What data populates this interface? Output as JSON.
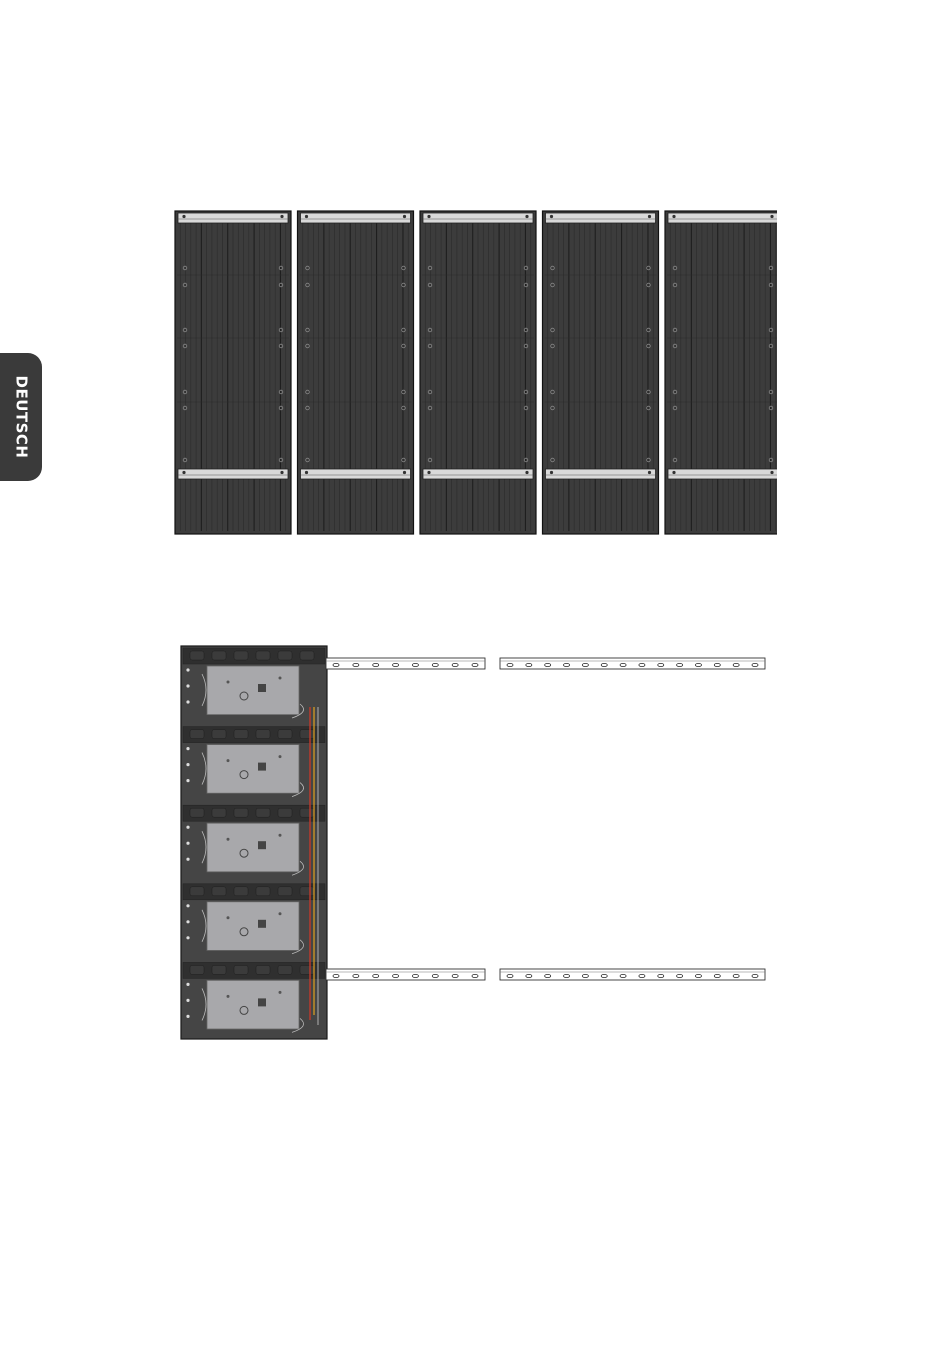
{
  "language_tab": {
    "label": "DEUTSCH"
  },
  "colors": {
    "tab_bg": "#3a3a3a",
    "cabinet_dark": "#3c3c3c",
    "bracket_bar": "#d9d9d9",
    "rail": "#ffffff",
    "cable_red": "#c0392b",
    "cable_orange": "#e0a020"
  },
  "figure_top": {
    "cabinet_count": 5,
    "brackets_per_cabinet": 2
  },
  "figure_bottom": {
    "module_count": 5,
    "rail_rows": 2,
    "rails_per_row": 2,
    "holes_per_rail": [
      8,
      14
    ]
  }
}
